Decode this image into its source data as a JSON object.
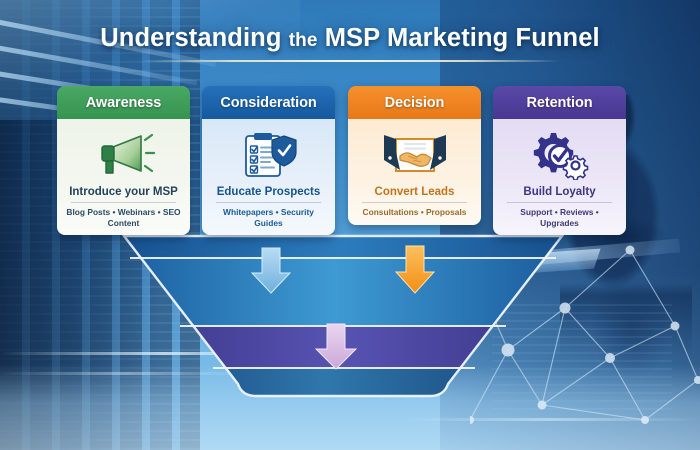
{
  "title": {
    "part1": "Understanding",
    "part2": "the",
    "part3": "MSP Marketing Funnel",
    "full": "Understanding the MSP Marketing Funnel"
  },
  "colors": {
    "awareness": "#36935 0",
    "awareness_header": "#3a9c55",
    "consideration_header": "#1b63a9",
    "decision_header": "#ef8020",
    "retention_header": "#4f3f9b",
    "title_text": "#ffffff",
    "background_blue": "#3f90cf",
    "arrow_blue": "#8fc4e8",
    "arrow_orange": "#f7a12e",
    "arrow_purple": "#d8bde0"
  },
  "stages": [
    {
      "id": "awareness",
      "header": "Awareness",
      "icon": "megaphone-icon",
      "title": "Introduce your MSP",
      "sub": "Blog Posts • Webinars • SEO Content"
    },
    {
      "id": "consideration",
      "header": "Consideration",
      "icon": "checklist-shield-icon",
      "title": "Educate Prospects",
      "sub": "Whitepapers • Security Guides"
    },
    {
      "id": "decision",
      "header": "Decision",
      "icon": "handshake-icon",
      "title": "Convert Leads",
      "sub": "Consultations • Proposals"
    },
    {
      "id": "retention",
      "header": "Retention",
      "icon": "gear-check-icon",
      "title": "Build Loyalty",
      "sub": "Support • Reviews • Upgrades"
    }
  ],
  "funnel": {
    "bands": 4,
    "arrows": [
      {
        "name": "funnel-arrow-awareness",
        "color": "#9cc9ea"
      },
      {
        "name": "funnel-arrow-decision",
        "color": "#f9a52e"
      },
      {
        "name": "funnel-arrow-retention",
        "color": "#ddc3e4"
      }
    ],
    "band_colors": [
      "#1f5fa4",
      "#2c7fc2",
      "#463a93",
      "#1d4f86"
    ]
  },
  "background": {
    "scene_left": "server-room-racks",
    "scene_right": "person-at-desk-with-network-overlay"
  }
}
